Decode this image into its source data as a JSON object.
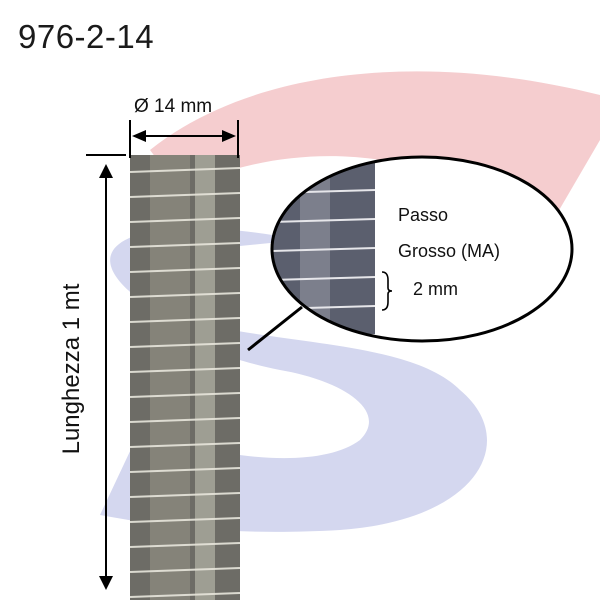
{
  "product": {
    "code": "976-2-14"
  },
  "dimensions": {
    "diameter_label": "Ø 14 mm",
    "length_label": "Lunghezza 1 mt"
  },
  "callout": {
    "line1": "Passo",
    "line2": "Grosso (MA)",
    "pitch_label": "2 mm"
  },
  "colors": {
    "logo_red": "#f4c9cb",
    "logo_blue": "#d3d6ee",
    "rod_dark": "#4a4f60",
    "rod_light": "#c8c2a8",
    "line": "#000000"
  }
}
